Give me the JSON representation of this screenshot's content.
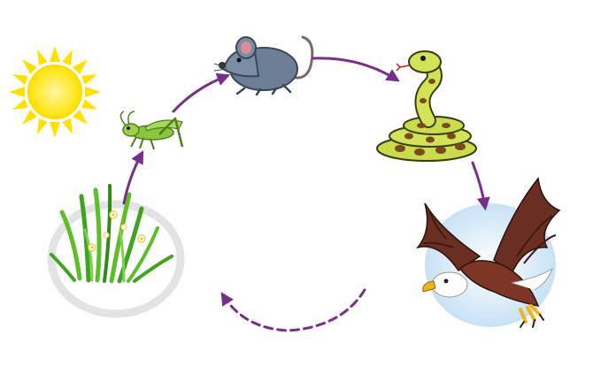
{
  "diagram": {
    "organisms": [
      {
        "id": "sun",
        "icon": "sun-icon"
      },
      {
        "id": "grass",
        "icon": "grass-icon"
      },
      {
        "id": "grasshopper",
        "icon": "grasshopper-icon"
      },
      {
        "id": "mouse",
        "icon": "mouse-icon"
      },
      {
        "id": "snake",
        "icon": "snake-icon"
      },
      {
        "id": "eagle",
        "icon": "eagle-icon"
      }
    ],
    "links": [
      {
        "from": "grass",
        "to": "grasshopper",
        "style": "solid"
      },
      {
        "from": "grasshopper",
        "to": "mouse",
        "style": "solid"
      },
      {
        "from": "mouse",
        "to": "snake",
        "style": "solid"
      },
      {
        "from": "snake",
        "to": "eagle",
        "style": "solid"
      },
      {
        "from": "eagle",
        "to": "grass",
        "style": "dashed"
      }
    ],
    "colors": {
      "arrow": "#7a2e8c",
      "sun": "#ffe100",
      "sun_core": "#ffd900",
      "grass": "#5cbf2a",
      "grass_dark": "#2f8a1a",
      "grasshopper": "#8cc63e",
      "mouse": "#6d7f96",
      "mouse_ear": "#d98ca0",
      "snake": "#c9dc4a",
      "snake_spot": "#7a4a1e",
      "eagle_body": "#6a2f22",
      "eagle_head": "#ffffff",
      "eagle_beak": "#f2b21c",
      "sky": "#cfe6f7",
      "ellipse": "#e6e6e6"
    }
  }
}
